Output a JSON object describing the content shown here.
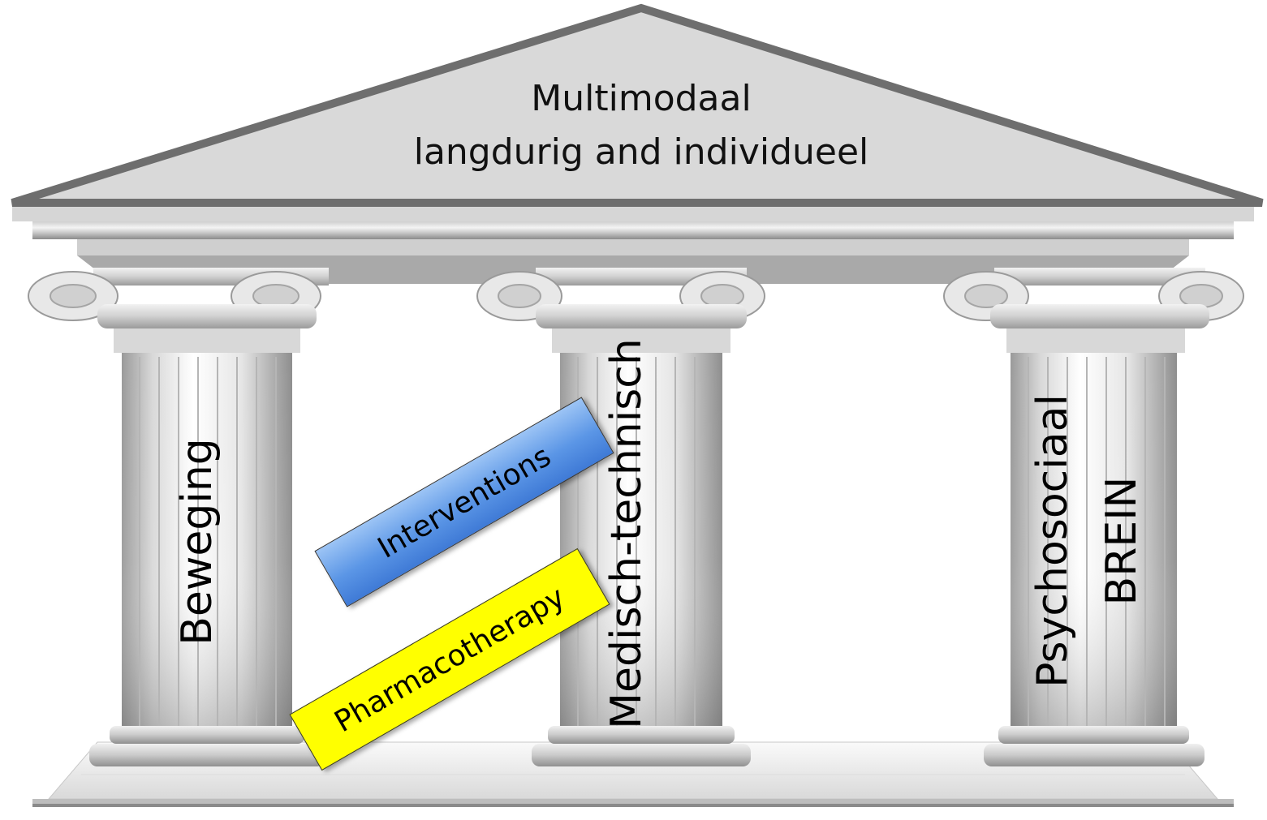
{
  "roof": {
    "line1": "Multimodaal",
    "line2": "langdurig and individueel"
  },
  "pillars": {
    "left": "Beweging",
    "middle": "Medisch-technisch",
    "right_line1": "Psychosociaal",
    "right_line2": "BREIN"
  },
  "tags": {
    "interventions": "Interventions",
    "pharmacotherapy": "Pharmacotherapy"
  },
  "colors": {
    "roof_fill": "#d9d9d9",
    "roof_stroke": "#6e6e6e",
    "interventions_tag": "#5b96e6",
    "pharmacotherapy_tag": "#ffff00"
  }
}
